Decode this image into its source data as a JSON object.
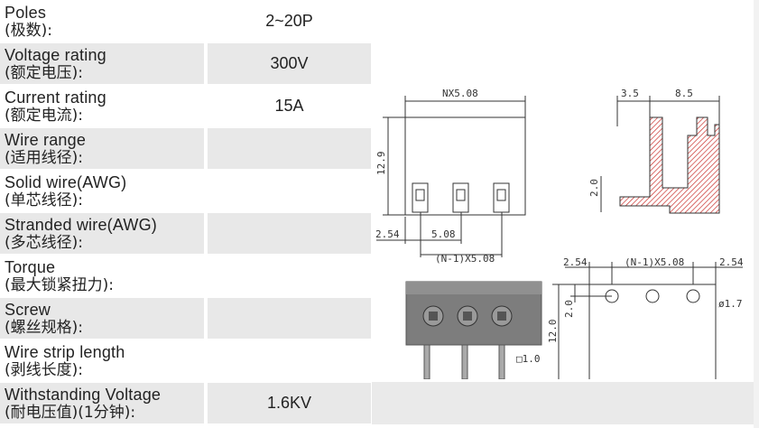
{
  "specs": [
    {
      "en": "Poles",
      "cn": "(极数):",
      "value": "2~20P"
    },
    {
      "en": "Voltage rating",
      "cn": "(额定电压):",
      "value": "300V"
    },
    {
      "en": "Current rating",
      "cn": "(额定电流):",
      "value": "15A"
    },
    {
      "en": "Wire range",
      "cn": "(适用线径):",
      "value": ""
    },
    {
      "en": "Solid wire(AWG)",
      "cn": "(单芯线径):",
      "value": ""
    },
    {
      "en": "Stranded wire(AWG)",
      "cn": "(多芯线径):",
      "value": ""
    },
    {
      "en": "Torque",
      "cn": "(最大锁紧扭力):",
      "value": ""
    },
    {
      "en": "Screw",
      "cn": "(螺丝规格):",
      "value": ""
    },
    {
      "en": "Wire strip length",
      "cn": "(剥线长度):",
      "value": ""
    },
    {
      "en": "Withstanding Voltage",
      "cn": "(耐电压值)(1分钟):",
      "value": "1.6KV"
    }
  ],
  "drawing_labels": {
    "front_width": "NX5.08",
    "front_height": "12.9",
    "pitch_left": "2.54",
    "pitch": "5.08",
    "span": "(N-1)X5.08",
    "side_a": "3.5",
    "side_b": "8.5",
    "side_c": "2.0",
    "pcb_left": "2.54",
    "pcb_span": "(N-1)X5.08",
    "pcb_right": "2.54",
    "pcb_offset": "2.0",
    "pcb_height": "12.0",
    "hole_dia": "ø1.7",
    "pin_size": "□1.0"
  },
  "colors": {
    "shaded_row": "#e8e8e8",
    "connector_fill": "#7d7d7d",
    "hatch": "#c9302c"
  }
}
